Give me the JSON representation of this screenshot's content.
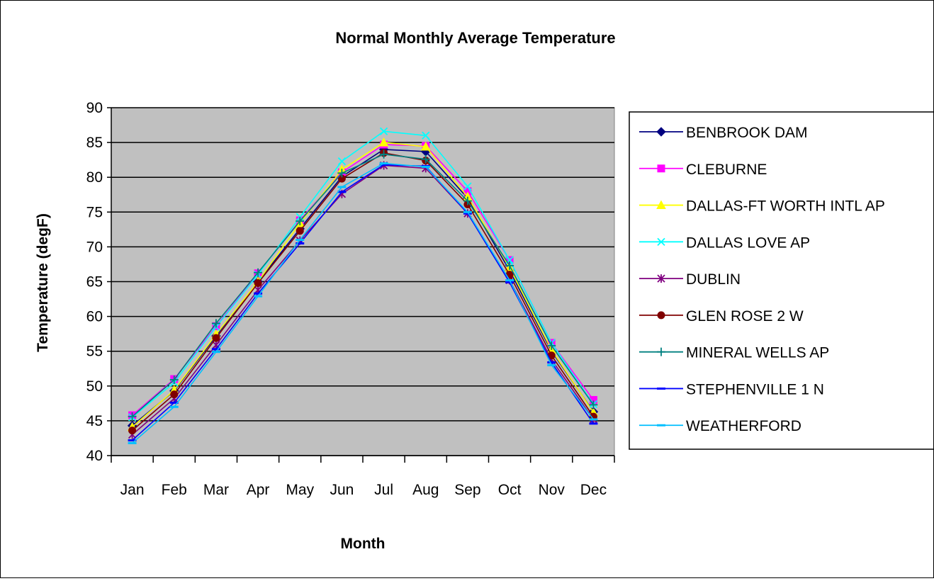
{
  "chart_data": {
    "type": "line",
    "title": "Normal Monthly Average Temperature",
    "xlabel": "Month",
    "ylabel": "Temperature (degF)",
    "categories": [
      "Jan",
      "Feb",
      "Mar",
      "Apr",
      "May",
      "Jun",
      "Jul",
      "Aug",
      "Sep",
      "Oct",
      "Nov",
      "Dec"
    ],
    "ylim": [
      40,
      90
    ],
    "yticks": [
      "40",
      "45",
      "50",
      "55",
      "60",
      "65",
      "70",
      "75",
      "80",
      "85",
      "90"
    ],
    "grid": "horizontal",
    "plot_background": "#c0c0c0",
    "legend_position": "right",
    "series": [
      {
        "name": "BENBROOK DAM",
        "color": "#000080",
        "marker": "diamond",
        "values": [
          44.3,
          49.3,
          57.2,
          65.0,
          72.6,
          80.1,
          84.0,
          83.7,
          77.0,
          66.6,
          55.0,
          46.3
        ]
      },
      {
        "name": "CLEBURNE",
        "color": "#ff00ff",
        "marker": "square",
        "values": [
          45.8,
          51.0,
          58.6,
          66.2,
          73.8,
          80.7,
          84.7,
          84.5,
          78.0,
          68.1,
          56.2,
          48.0
        ]
      },
      {
        "name": "DALLAS-FT WORTH INTL AP",
        "color": "#ffff00",
        "marker": "triangle",
        "values": [
          44.1,
          49.4,
          57.4,
          65.0,
          73.4,
          81.1,
          85.0,
          84.4,
          77.2,
          67.0,
          55.2,
          46.2
        ]
      },
      {
        "name": "DALLAS LOVE AP",
        "color": "#00ffff",
        "marker": "x",
        "values": [
          45.5,
          50.5,
          58.5,
          66.0,
          74.3,
          82.3,
          86.6,
          86.0,
          78.7,
          68.1,
          56.2,
          47.4
        ]
      },
      {
        "name": "DUBLIN",
        "color": "#800080",
        "marker": "star",
        "values": [
          43.0,
          48.2,
          55.9,
          63.8,
          70.9,
          77.6,
          81.7,
          81.3,
          74.8,
          65.2,
          53.8,
          45.2
        ]
      },
      {
        "name": "GLEN ROSE 2 W",
        "color": "#800000",
        "marker": "circle",
        "values": [
          43.6,
          48.8,
          56.9,
          64.8,
          72.3,
          79.8,
          83.5,
          82.4,
          76.1,
          66.0,
          54.4,
          45.6
        ]
      },
      {
        "name": "MINERAL WELLS AP",
        "color": "#008080",
        "marker": "plus",
        "values": [
          45.6,
          50.9,
          59.0,
          66.3,
          73.7,
          80.6,
          83.3,
          82.6,
          76.6,
          67.3,
          55.8,
          47.3
        ]
      },
      {
        "name": "STEPHENVILLE 1 N",
        "color": "#0000ff",
        "marker": "dash",
        "values": [
          42.2,
          47.6,
          55.3,
          63.3,
          70.5,
          77.9,
          81.8,
          81.6,
          74.8,
          64.9,
          53.4,
          44.6
        ]
      },
      {
        "name": "WEATHERFORD",
        "color": "#00bfff",
        "marker": "dash",
        "values": [
          41.8,
          47.0,
          54.9,
          62.9,
          71.0,
          78.6,
          82.0,
          81.5,
          75.0,
          65.2,
          53.0,
          45.2
        ]
      }
    ]
  }
}
